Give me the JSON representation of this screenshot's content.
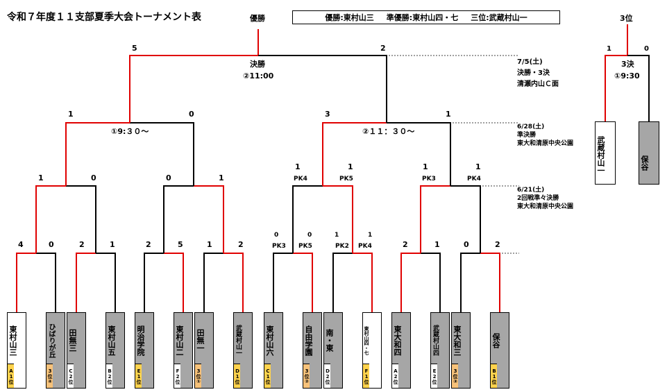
{
  "title": "令和７年度１１支部夏季大会トーナメント表",
  "champion_label": "優勝",
  "results": {
    "champion": "優勝:東村山三",
    "runner_up": "準優勝:東村山四・七",
    "third": "三位:武蔵村山一"
  },
  "third_place_label": "3位",
  "final": {
    "label": "決勝",
    "time": "②11:00",
    "score_left": "5",
    "score_right": "2",
    "date": "7/5(土)",
    "rounds": "決勝・3決",
    "venue": "清瀬内山Ｃ面"
  },
  "third_match": {
    "label": "3決",
    "time": "①9:30",
    "score_left": "1",
    "score_right": "0",
    "team_left": "武蔵村山一",
    "team_right": "保谷"
  },
  "semis": {
    "left_time": "①9:３０～",
    "right_time": "②１１：３０～",
    "date": "6/28(土)",
    "round": "準決勝",
    "venue": "東大和清原中央公園",
    "scores": [
      "1",
      "0",
      "3",
      "1"
    ]
  },
  "qf": {
    "date": "6/21(土)",
    "round": "2回戦準々決勝",
    "venue": "東大和清原中央公園",
    "scores": [
      "1",
      "0",
      "0",
      "1",
      "1",
      "1",
      "1",
      "1"
    ],
    "pk": [
      "",
      "",
      "",
      "",
      "PK4",
      "PK5",
      "PK3",
      "PK4"
    ]
  },
  "r1": {
    "scores": [
      "4",
      "0",
      "2",
      "1",
      "2",
      "5",
      "1",
      "2",
      "0",
      "0",
      "1",
      "1",
      "2",
      "1",
      "0",
      "2"
    ],
    "pk": [
      "",
      "",
      "",
      "",
      "",
      "",
      "",
      "",
      "PK3",
      "PK5",
      "PK2",
      "PK4",
      "",
      "",
      "",
      ""
    ]
  },
  "teams": [
    {
      "name": "東村山三",
      "seed": "A1位"
    },
    {
      "name": "ひばりが丘",
      "seed": "3位④"
    },
    {
      "name": "田無三",
      "seed": "C2位"
    },
    {
      "name": "東村山五",
      "seed": "B2位"
    },
    {
      "name": "明治学院",
      "seed": "E1位"
    },
    {
      "name": "東村山二",
      "seed": "F2位"
    },
    {
      "name": "田無一",
      "seed": "3位①"
    },
    {
      "name": "武蔵村山一",
      "seed": "D1位"
    },
    {
      "name": "東村山六",
      "seed": "C1位"
    },
    {
      "name": "自由学園",
      "seed": "3位②"
    },
    {
      "name": "南・東",
      "seed": "D2位"
    },
    {
      "name": "東村山四・七",
      "seed": "F1位"
    },
    {
      "name": "東大和四",
      "seed": "A2位"
    },
    {
      "name": "武蔵村山四",
      "seed": "E2位"
    },
    {
      "name": "東大和三",
      "seed": "3位③"
    },
    {
      "name": "保谷",
      "seed": "B1位"
    }
  ],
  "colors": {
    "winner_line": "#e00000",
    "loser_line": "#000000",
    "team_gray": "#a6a6a6",
    "seed_yellow": "#ffd34d"
  }
}
